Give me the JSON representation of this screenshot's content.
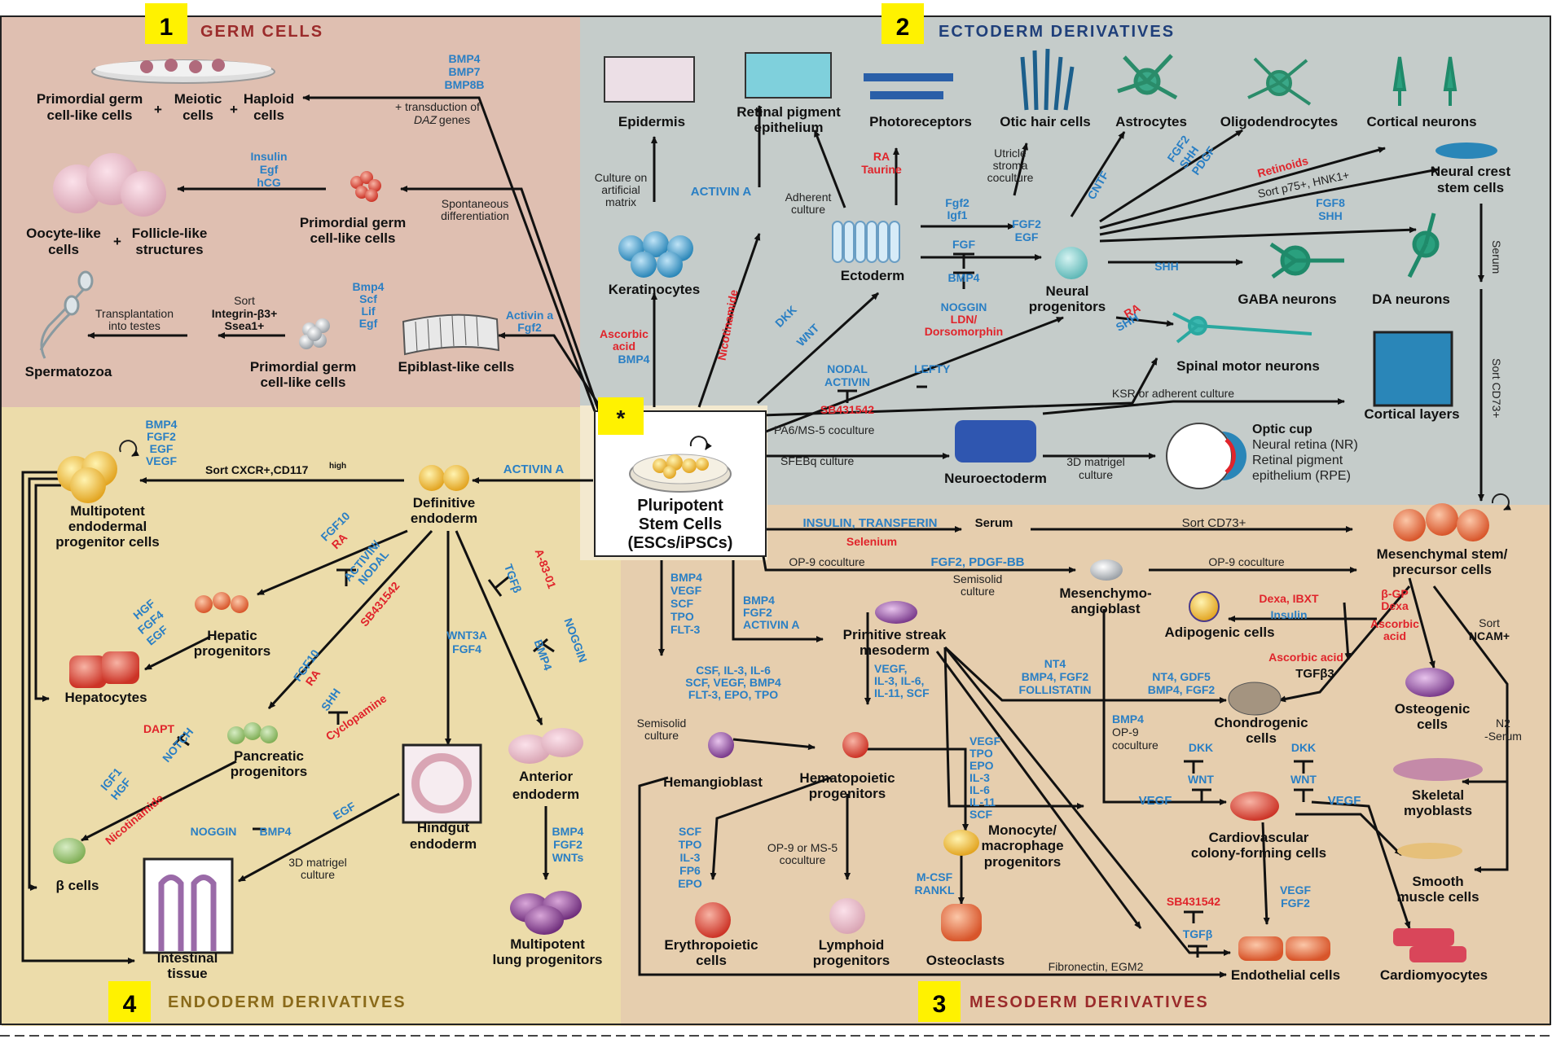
{
  "colors": {
    "germ_bg": "#dfbfb1",
    "ecto_bg": "#c5ccca",
    "meso_bg": "#e6ceae",
    "endo_bg": "#ecdcaa",
    "badge": "#fff200",
    "blue_text": "#2a7fc4",
    "red_text": "#e0242b",
    "germ_title": "#9b2b2b",
    "ecto_title": "#1f3f7a",
    "meso_title": "#9b2b2b",
    "endo_title": "#8a6a1a"
  },
  "sections": {
    "germ": {
      "number": "1",
      "title": "GERM CELLS"
    },
    "ecto": {
      "number": "2",
      "title": "ECTODERM DERIVATIVES"
    },
    "meso": {
      "number": "3",
      "title": "MESODERM DERIVATIVES"
    },
    "endo": {
      "number": "4",
      "title": "ENDODERM DERIVATIVES"
    }
  },
  "center": {
    "star": "*",
    "lines": [
      "Pluripotent",
      "Stem Cells",
      "(ESCs/iPSCs)"
    ]
  },
  "cells": {
    "pgc_line1": "Primordial germ",
    "pgc_line2": "cell-like cells",
    "meiotic_line1": "Meiotic",
    "meiotic_line2": "cells",
    "haploid_line1": "Haploid",
    "haploid_line2": "cells",
    "plus": "+",
    "oocyte_line1": "Oocyte-like",
    "oocyte_line2": "cells",
    "follicle_line1": "Follicle-like",
    "follicle_line2": "structures",
    "pgc2_line1": "Primordial germ",
    "pgc2_line2": "cell-like cells",
    "spermatozoa": "Spermatozoa",
    "pgc3_line1": "Primordial germ",
    "pgc3_line2": "cell-like cells",
    "epiblast": "Epiblast-like cells",
    "epidermis": "Epidermis",
    "rpe_line1": "Retinal pigment",
    "rpe_line2": "epithelium",
    "photoreceptors": "Photoreceptors",
    "otic": "Otic hair cells",
    "astrocytes": "Astrocytes",
    "oligodendrocytes": "Oligodendrocytes",
    "cortical_neurons": "Cortical neurons",
    "ncsc_line1": "Neural crest",
    "ncsc_line2": "stem cells",
    "keratinocytes": "Keratinocytes",
    "ectoderm": "Ectoderm",
    "neural_prog_line1": "Neural",
    "neural_prog_line2": "progenitors",
    "gaba": "GABA neurons",
    "da": "DA neurons",
    "motor": "Spinal motor neurons",
    "cortical_layers": "Cortical layers",
    "neuroectoderm": "Neuroectoderm",
    "optic_cup": "Optic cup",
    "neural_retina": "Neural retina (NR)",
    "rpe_opt_line1": "Retinal pigment",
    "rpe_opt_line2": "epithelium (RPE)",
    "mep_line1": "Multipotent",
    "mep_line2": "endodermal",
    "mep_line3": "progenitor cells",
    "def_endo_line1": "Definitive",
    "def_endo_line2": "endoderm",
    "hepatic_line1": "Hepatic",
    "hepatic_line2": "progenitors",
    "hepatocytes": "Hepatocytes",
    "pancreatic_line1": "Pancreatic",
    "pancreatic_line2": "progenitors",
    "beta": "β cells",
    "hindgut_line1": "Hindgut",
    "hindgut_line2": "endoderm",
    "anterior_line1": "Anterior",
    "anterior_line2": "endoderm",
    "intestinal_line1": "Intestinal",
    "intestinal_line2": "tissue",
    "lung_line1": "Multipotent",
    "lung_line2": "lung progenitors",
    "msc_line1": "Mesenchymal stem/",
    "msc_line2": "precursor cells",
    "mesangio_line1": "Mesenchymo-",
    "mesangio_line2": "angioblast",
    "adipogenic": "Adipogenic cells",
    "osteogenic_line1": "Osteogenic",
    "osteogenic_line2": "cells",
    "chondro_line1": "Chondrogenic",
    "chondro_line2": "cells",
    "ps_line1": "Primitive streak",
    "ps_line2": "mesoderm",
    "hemangioblast": "Hemangioblast",
    "hemato_line1": "Hematopoietic",
    "hemato_line2": "progenitors",
    "cardio_line1": "Cardiovascular",
    "cardio_line2": "colony-forming cells",
    "skeletal_line1": "Skeletal",
    "skeletal_line2": "myoblasts",
    "monocyte_line1": "Monocyte/",
    "monocyte_line2": "macrophage",
    "monocyte_line3": "progenitors",
    "smooth_line1": "Smooth",
    "smooth_line2": "muscle cells",
    "erythro_line1": "Erythropoietic",
    "erythro_line2": "cells",
    "lymphoid_line1": "Lymphoid",
    "lymphoid_line2": "progenitors",
    "osteoclasts": "Osteoclasts",
    "endothelial": "Endothelial cells",
    "cardiomyocytes": "Cardiomyocytes"
  },
  "factors": {
    "bmp_germ": [
      "BMP4",
      "BMP7",
      "BMP8B"
    ],
    "daz_line1": "+ transduction of",
    "daz_gene": "DAZ",
    "daz_genes": "genes",
    "insulin_egf_hcg": [
      "Insulin",
      "Egf",
      "hCG"
    ],
    "spontaneous": [
      "Spontaneous",
      "differentiation"
    ],
    "transplantation": [
      "Transplantation",
      "into testes"
    ],
    "sort_integrin": [
      "Sort",
      "Integrin-β3+",
      "Ssea1+"
    ],
    "bmp4_scf": [
      "Bmp4",
      "Scf",
      "Lif",
      "Egf"
    ],
    "activin_fgf2": [
      "Activin a",
      "Fgf2"
    ],
    "culture_artificial": [
      "Culture on",
      "artificial",
      "matrix"
    ],
    "activin_a_rpe": "ACTIVIN A",
    "ra_taurine": [
      "RA",
      "Taurine"
    ],
    "adherent_culture": [
      "Adherent",
      "culture"
    ],
    "fgf2_igf1": [
      "Fgf2",
      "Igf1"
    ],
    "utricle": [
      "Utricle",
      "stroma",
      "coculture"
    ],
    "cntf": "CNTF",
    "fgf2_shh_pdgf": [
      "FGF2",
      "SHH",
      "PDGF"
    ],
    "retinoids": "Retinoids",
    "sort_p75": "Sort p75+, HNK1+",
    "fgf8_shh": [
      "FGF8",
      "SHH"
    ],
    "fgf2_egf_np": [
      "FGF2",
      "EGF"
    ],
    "fgf_ecto": "FGF",
    "bmp4_ecto": "BMP4",
    "noggin_ldn": [
      "NOGGIN",
      "LDN/",
      "Dorsomorphin"
    ],
    "shh_gaba": "SHH",
    "ra_shh": [
      "RA",
      "SHH"
    ],
    "ascorbic": [
      "Ascorbic",
      "acid",
      "BMP4"
    ],
    "nicotinamide": "Nicotinamide",
    "dkk_wnt": [
      "DKK",
      "WNT"
    ],
    "nodal_activin": [
      "NODAL",
      "ACTIVIN"
    ],
    "lefty": "LEFTY",
    "sb431542": "SB431542",
    "ksr": "KSR or adherent culture",
    "pa6": "PA6/MS-5 coculture",
    "sfebq": "SFEBq culture",
    "matrigel_optic": [
      "3D matrigel",
      "culture"
    ],
    "serum_side": "Serum",
    "sort_cd73_side": "Sort CD73+",
    "bmp4_fgf2_egf_vegf": [
      "BMP4",
      "FGF2",
      "EGF",
      "VEGF"
    ],
    "sort_cxcr": "Sort CXCR+,CD117",
    "sort_cxcr_sup": "high",
    "activin_a_endo": "ACTIVIN A",
    "fgf10_ra_hep": [
      "FGF10",
      "RA"
    ],
    "activin_nodal": [
      "ACTIVIN/",
      "NODAL"
    ],
    "sb_endo": "SB431542",
    "hgf_fgf4_egf": [
      "HGF",
      "FGF4",
      "EGF"
    ],
    "a8301": "A-83-01",
    "tgfb": "TGFβ",
    "noggin_bmp4_ant": [
      "NOGGIN",
      "BMP4"
    ],
    "wnt3a_fgf4": [
      "WNT3A",
      "FGF4"
    ],
    "fgf10_ra_panc": [
      "FGF10",
      "RA"
    ],
    "shh_panc": "SHH",
    "cyclopamine": "Cyclopamine",
    "dapt": "DAPT",
    "notch": "NOTCH",
    "igf1_hgf": [
      "IGF1",
      "HGF"
    ],
    "nicotinamide_beta": "Nicotinamide",
    "noggin_int": "NOGGIN",
    "bmp4_int": "BMP4",
    "egf_int": "EGF",
    "matrigel_int": [
      "3D matrigel",
      "culture"
    ],
    "bmp4_fgf2_wnts": [
      "BMP4",
      "FGF2",
      "WNTs"
    ],
    "insulin_transferin": "INSULIN, TRANSFERIN",
    "selenium": "Selenium",
    "serum_meso": "Serum",
    "sort_cd73_meso": "Sort CD73+",
    "op9_coculture_1": "OP-9 coculture",
    "fgf2_pdgf": "FGF2, PDGF-BB",
    "semisolid_culture": [
      "Semisolid",
      "culture"
    ],
    "op9_coculture_2": "OP-9 coculture",
    "bmp4_vegf_scf": [
      "BMP4",
      "VEGF",
      "SCF",
      "TPO",
      "FLT-3"
    ],
    "bmp4_fgf2_activin": [
      "BMP4",
      "FGF2",
      "ACTIVIN A"
    ],
    "dexa_ibxt": "Dexa, IBXT",
    "insulin_adipo": "Insulin",
    "bgp_dexa": [
      "β-GP",
      "Dexa"
    ],
    "ascorbic_osteo": [
      "Ascorbic",
      "acid"
    ],
    "sort_ncam": [
      "Sort",
      "NCAM+"
    ],
    "nt4_bmp4": [
      "NT4",
      "BMP4, FGF2",
      "FOLLISTATIN"
    ],
    "nt4_gdf5": [
      "NT4, GDF5",
      "BMP4, FGF2"
    ],
    "ascorbic_tgfb3": [
      "Ascorbic acid",
      "TGFβ3"
    ],
    "csf_il3": [
      "CSF, IL-3, IL-6",
      "SCF, VEGF, BMP4",
      "FLT-3, EPO, TPO"
    ],
    "vegf_il3": [
      "VEGF,",
      "IL-3, IL-6,",
      "IL-11, SCF"
    ],
    "semisolid_hemang": [
      "Semisolid",
      "culture"
    ],
    "bmp4_op9": [
      "BMP4",
      "OP-9",
      "coculture"
    ],
    "dkk_wnt_1": [
      "DKK",
      "WNT"
    ],
    "dkk_wnt_2": [
      "DKK",
      "WNT"
    ],
    "n2_serum": [
      "N2",
      "-Serum"
    ],
    "vegf_1": "VEGF",
    "vegf_2": "VEGF",
    "vegf_tpo": [
      "VEGF",
      "TPO",
      "EPO",
      "IL-3",
      "IL-6",
      "IL-11",
      "SCF"
    ],
    "scf_tpo": [
      "SCF",
      "TPO",
      "IL-3",
      "FP6",
      "EPO"
    ],
    "op9_ms5": [
      "OP-9 or MS-5",
      "coculture"
    ],
    "mcsf_rankl": [
      "M-CSF",
      "RANKL"
    ],
    "sb_meso": "SB431542",
    "tgfb_meso": "TGFβ",
    "vegf_fgf2": [
      "VEGF",
      "FGF2"
    ],
    "fibronectin": "Fibronectin, EGM2"
  }
}
